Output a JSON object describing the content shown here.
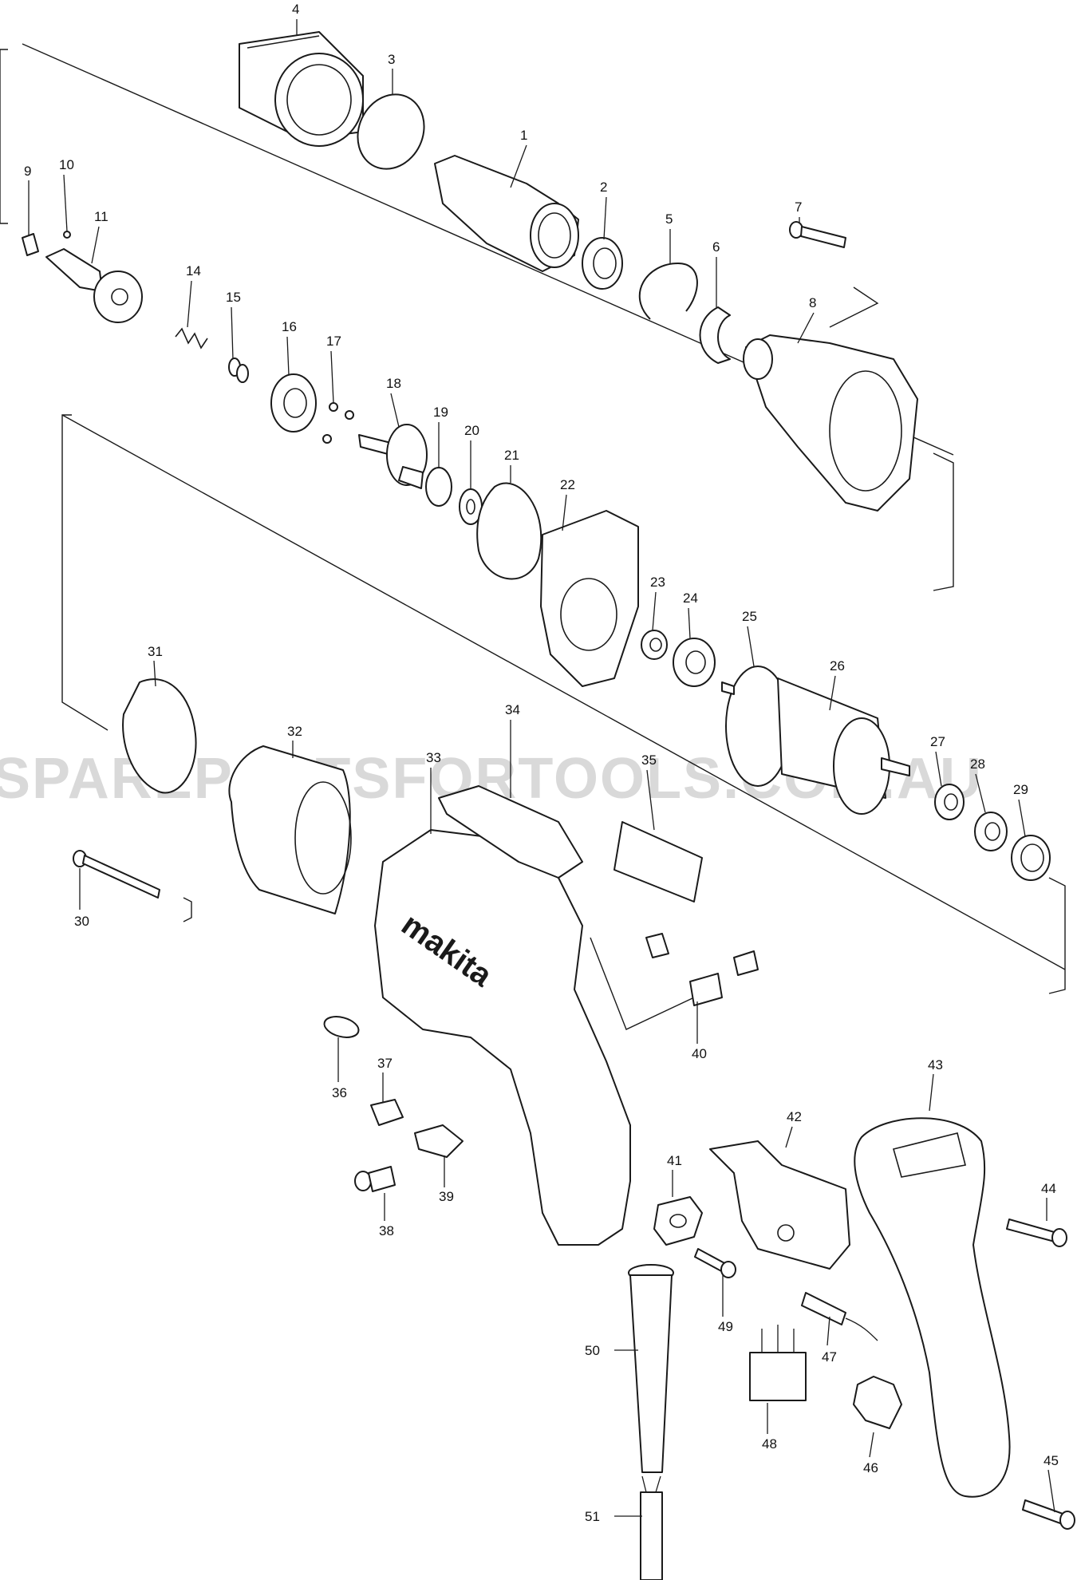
{
  "watermark": "SPAREPARTSFORTOOLS.COM.AU",
  "brand_label": "makita",
  "callouts": [
    "1",
    "2",
    "3",
    "4",
    "5",
    "6",
    "7",
    "8",
    "9",
    "10",
    "11",
    "14",
    "15",
    "16",
    "17",
    "18",
    "19",
    "20",
    "21",
    "22",
    "23",
    "24",
    "25",
    "26",
    "27",
    "28",
    "29",
    "30",
    "31",
    "32",
    "33",
    "34",
    "35",
    "36",
    "37",
    "38",
    "39",
    "40",
    "41",
    "42",
    "43",
    "44",
    "45",
    "46",
    "47",
    "48",
    "49",
    "50",
    "51"
  ],
  "colors": {
    "line": "#1a1a1a",
    "watermark": "#d9d9d9",
    "background": "#ffffff"
  }
}
